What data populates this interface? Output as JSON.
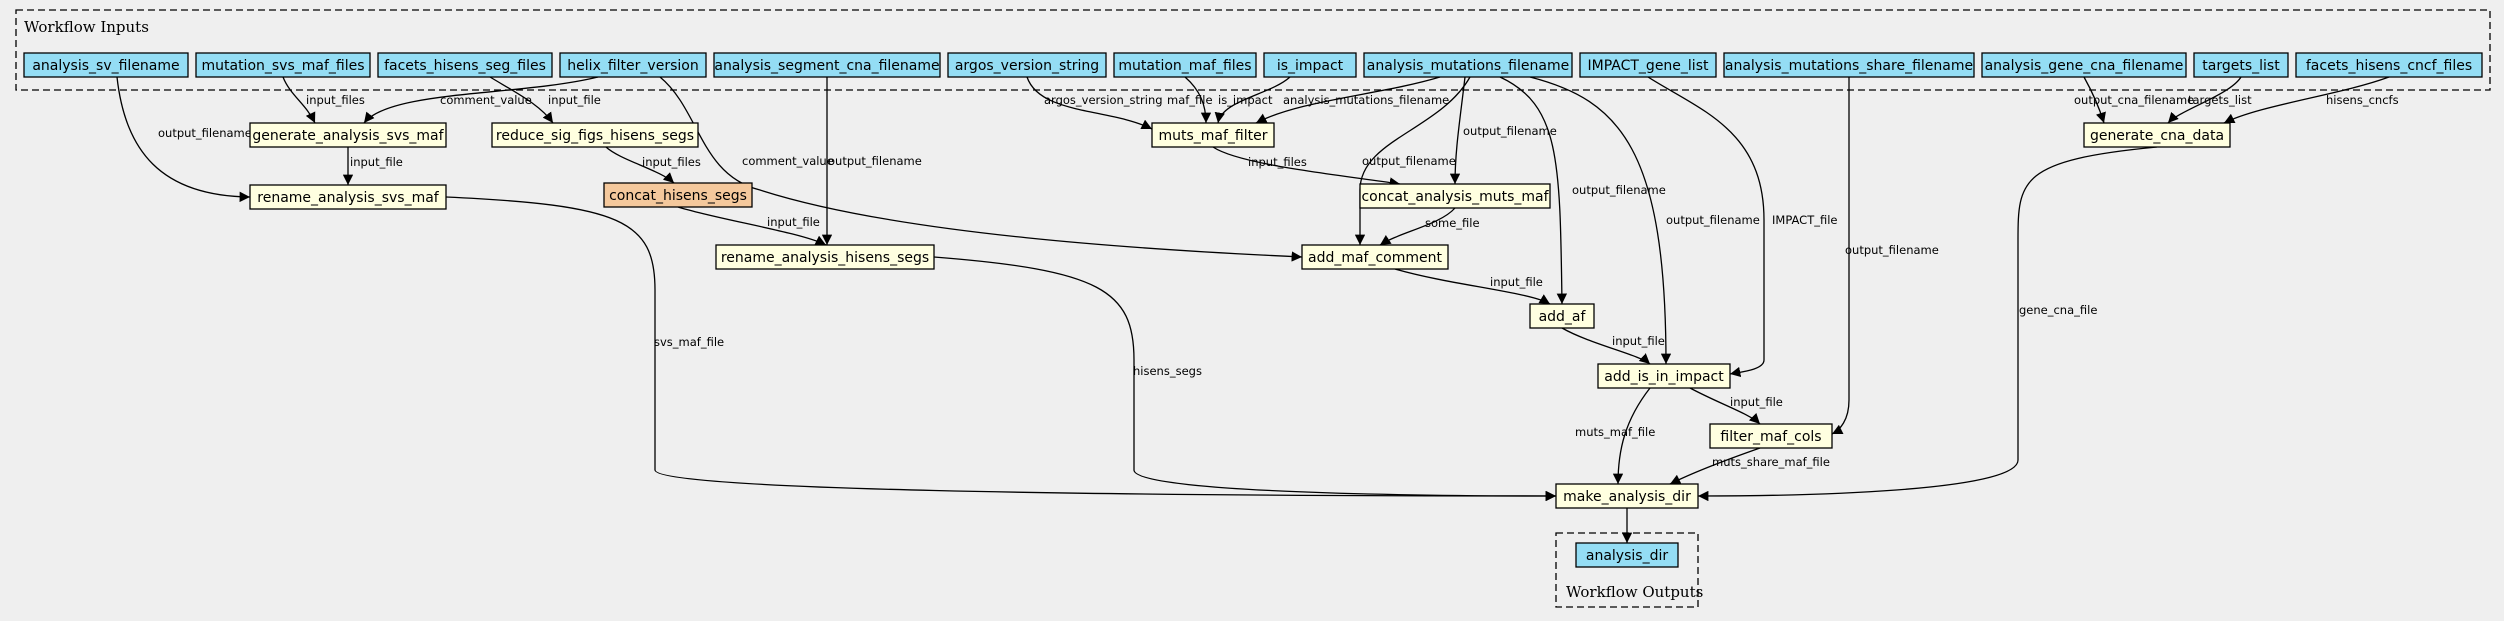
{
  "colors": {
    "background": "#efefef",
    "input_fill": "#94ddf4",
    "step_fill": "#ffffe0",
    "highlight_fill": "#f4c89c",
    "output_fill": "#94ddf4",
    "stroke": "#000000"
  },
  "clusters": {
    "inputs_label": "Workflow Inputs",
    "outputs_label": "Workflow Outputs"
  },
  "nodes": [
    {
      "id": "analysis_sv_filename",
      "label": "analysis_sv_filename",
      "kind": "input"
    },
    {
      "id": "mutation_svs_maf_files",
      "label": "mutation_svs_maf_files",
      "kind": "input"
    },
    {
      "id": "facets_hisens_seg_files",
      "label": "facets_hisens_seg_files",
      "kind": "input"
    },
    {
      "id": "helix_filter_version",
      "label": "helix_filter_version",
      "kind": "input"
    },
    {
      "id": "analysis_segment_cna_filename",
      "label": "analysis_segment_cna_filename",
      "kind": "input"
    },
    {
      "id": "argos_version_string",
      "label": "argos_version_string",
      "kind": "input"
    },
    {
      "id": "mutation_maf_files",
      "label": "mutation_maf_files",
      "kind": "input"
    },
    {
      "id": "is_impact",
      "label": "is_impact",
      "kind": "input"
    },
    {
      "id": "analysis_mutations_filename",
      "label": "analysis_mutations_filename",
      "kind": "input"
    },
    {
      "id": "IMPACT_gene_list",
      "label": "IMPACT_gene_list",
      "kind": "input"
    },
    {
      "id": "analysis_mutations_share_filename",
      "label": "analysis_mutations_share_filename",
      "kind": "input"
    },
    {
      "id": "analysis_gene_cna_filename",
      "label": "analysis_gene_cna_filename",
      "kind": "input"
    },
    {
      "id": "targets_list",
      "label": "targets_list",
      "kind": "input"
    },
    {
      "id": "facets_hisens_cncf_files",
      "label": "facets_hisens_cncf_files",
      "kind": "input"
    },
    {
      "id": "generate_analysis_svs_maf",
      "label": "generate_analysis_svs_maf",
      "kind": "step"
    },
    {
      "id": "reduce_sig_figs_hisens_segs",
      "label": "reduce_sig_figs_hisens_segs",
      "kind": "step"
    },
    {
      "id": "muts_maf_filter",
      "label": "muts_maf_filter",
      "kind": "step"
    },
    {
      "id": "generate_cna_data",
      "label": "generate_cna_data",
      "kind": "step"
    },
    {
      "id": "rename_analysis_svs_maf",
      "label": "rename_analysis_svs_maf",
      "kind": "step"
    },
    {
      "id": "concat_hisens_segs",
      "label": "concat_hisens_segs",
      "kind": "highlight"
    },
    {
      "id": "concat_analysis_muts_maf",
      "label": "concat_analysis_muts_maf",
      "kind": "step"
    },
    {
      "id": "rename_analysis_hisens_segs",
      "label": "rename_analysis_hisens_segs",
      "kind": "step"
    },
    {
      "id": "add_maf_comment",
      "label": "add_maf_comment",
      "kind": "step"
    },
    {
      "id": "add_af",
      "label": "add_af",
      "kind": "step"
    },
    {
      "id": "add_is_in_impact",
      "label": "add_is_in_impact",
      "kind": "step"
    },
    {
      "id": "filter_maf_cols",
      "label": "filter_maf_cols",
      "kind": "step"
    },
    {
      "id": "make_analysis_dir",
      "label": "make_analysis_dir",
      "kind": "step"
    },
    {
      "id": "analysis_dir",
      "label": "analysis_dir",
      "kind": "output"
    }
  ],
  "edges": [
    {
      "from": "analysis_sv_filename",
      "to": "rename_analysis_svs_maf",
      "label": "output_filename"
    },
    {
      "from": "mutation_svs_maf_files",
      "to": "generate_analysis_svs_maf",
      "label": "input_files"
    },
    {
      "from": "helix_filter_version",
      "to": "generate_analysis_svs_maf",
      "label": "comment_value"
    },
    {
      "from": "facets_hisens_seg_files",
      "to": "reduce_sig_figs_hisens_segs",
      "label": "input_file"
    },
    {
      "from": "helix_filter_version",
      "to": "add_maf_comment",
      "label": "comment_value"
    },
    {
      "from": "analysis_segment_cna_filename",
      "to": "rename_analysis_hisens_segs",
      "label": "output_filename"
    },
    {
      "from": "argos_version_string",
      "to": "muts_maf_filter",
      "label": "argos_version_string"
    },
    {
      "from": "mutation_maf_files",
      "to": "muts_maf_filter",
      "label": "maf_file"
    },
    {
      "from": "is_impact",
      "to": "muts_maf_filter",
      "label": "is_impact"
    },
    {
      "from": "analysis_mutations_filename",
      "to": "muts_maf_filter",
      "label": "analysis_mutations_filename"
    },
    {
      "from": "analysis_mutations_filename",
      "to": "concat_analysis_muts_maf",
      "label": "output_filename"
    },
    {
      "from": "analysis_mutations_filename",
      "to": "add_maf_comment",
      "label": "output_filename"
    },
    {
      "from": "analysis_mutations_filename",
      "to": "add_af",
      "label": "output_filename"
    },
    {
      "from": "analysis_mutations_filename",
      "to": "add_is_in_impact",
      "label": "output_filename"
    },
    {
      "from": "IMPACT_gene_list",
      "to": "add_is_in_impact",
      "label": "IMPACT_file"
    },
    {
      "from": "analysis_mutations_share_filename",
      "to": "filter_maf_cols",
      "label": "output_filename"
    },
    {
      "from": "analysis_gene_cna_filename",
      "to": "generate_cna_data",
      "label": "output_cna_filename"
    },
    {
      "from": "targets_list",
      "to": "generate_cna_data",
      "label": "targets_list"
    },
    {
      "from": "facets_hisens_cncf_files",
      "to": "generate_cna_data",
      "label": "hisens_cncfs"
    },
    {
      "from": "generate_analysis_svs_maf",
      "to": "rename_analysis_svs_maf",
      "label": "input_file"
    },
    {
      "from": "reduce_sig_figs_hisens_segs",
      "to": "concat_hisens_segs",
      "label": "input_files"
    },
    {
      "from": "concat_hisens_segs",
      "to": "rename_analysis_hisens_segs",
      "label": "input_file"
    },
    {
      "from": "muts_maf_filter",
      "to": "concat_analysis_muts_maf",
      "label": "input_files"
    },
    {
      "from": "concat_analysis_muts_maf",
      "to": "add_maf_comment",
      "label": "some_file"
    },
    {
      "from": "add_maf_comment",
      "to": "add_af",
      "label": "input_file"
    },
    {
      "from": "add_af",
      "to": "add_is_in_impact",
      "label": "input_file"
    },
    {
      "from": "add_is_in_impact",
      "to": "filter_maf_cols",
      "label": "input_file"
    },
    {
      "from": "add_is_in_impact",
      "to": "make_analysis_dir",
      "label": "muts_maf_file"
    },
    {
      "from": "filter_maf_cols",
      "to": "make_analysis_dir",
      "label": "muts_share_maf_file"
    },
    {
      "from": "rename_analysis_svs_maf",
      "to": "make_analysis_dir",
      "label": "svs_maf_file"
    },
    {
      "from": "rename_analysis_hisens_segs",
      "to": "make_analysis_dir",
      "label": "hisens_segs"
    },
    {
      "from": "generate_cna_data",
      "to": "make_analysis_dir",
      "label": "gene_cna_file"
    },
    {
      "from": "make_analysis_dir",
      "to": "analysis_dir",
      "label": ""
    }
  ]
}
